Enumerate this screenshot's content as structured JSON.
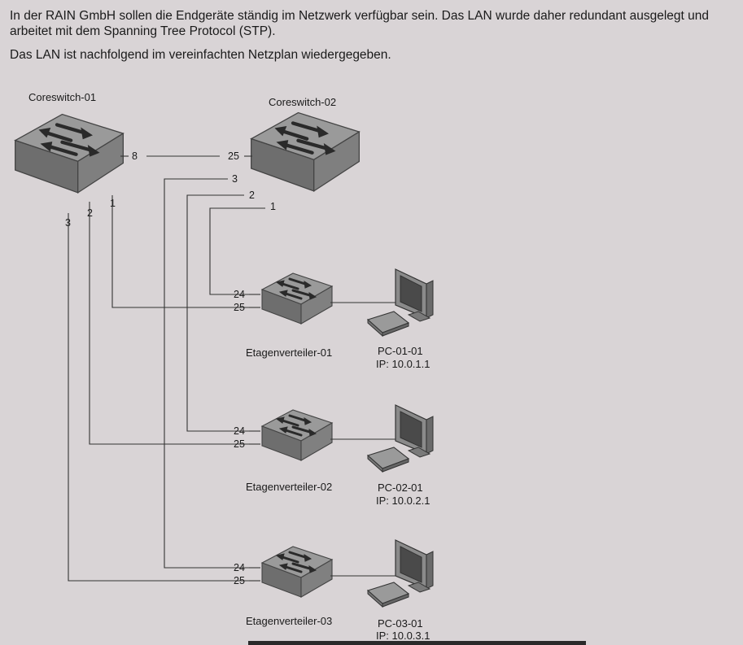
{
  "intro": {
    "paragraph1": "In der RAIN GmbH sollen die Endgeräte ständig im Netzwerk verfügbar sein. Das LAN wurde daher redundant ausgelegt und arbeitet mit dem Spanning Tree Protocol (STP).",
    "paragraph2": "Das LAN ist nachfolgend im vereinfachten Netzplan wiedergegeben."
  },
  "core1": {
    "label": "Coreswitch-01",
    "ports": {
      "p8": "8",
      "p1": "1",
      "p2": "2",
      "p3": "3"
    }
  },
  "core2": {
    "label": "Coreswitch-02",
    "ports": {
      "p25": "25",
      "p3": "3",
      "p2": "2",
      "p1": "1"
    }
  },
  "floors": [
    {
      "label": "Etagenverteiler-01",
      "port24": "24",
      "port25": "25",
      "pc_label": "PC-01-01",
      "pc_ip": "IP: 10.0.1.1"
    },
    {
      "label": "Etagenverteiler-02",
      "port24": "24",
      "port25": "25",
      "pc_label": "PC-02-01",
      "pc_ip": "IP: 10.0.2.1"
    },
    {
      "label": "Etagenverteiler-03",
      "port24": "24",
      "port25": "25",
      "pc_label": "PC-03-01",
      "pc_ip": "IP: 10.0.3.1"
    }
  ]
}
